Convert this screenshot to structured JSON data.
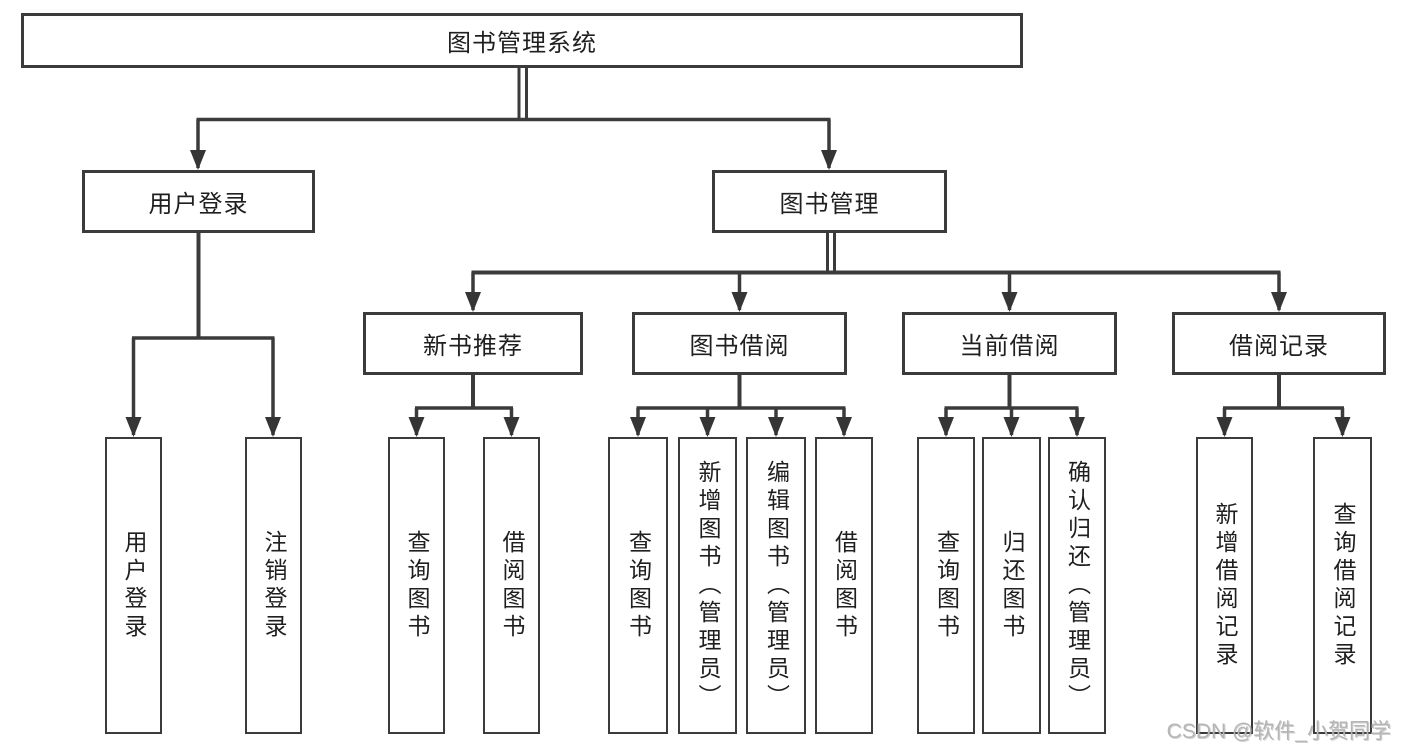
{
  "tree": {
    "root": "图书管理系统",
    "branches": [
      {
        "label": "用户登录",
        "leaves": [
          "用户登录",
          "注销登录"
        ]
      },
      {
        "label": "图书管理",
        "sections": [
          {
            "label": "新书推荐",
            "leaves": [
              "查询图书",
              "借阅图书"
            ]
          },
          {
            "label": "图书借阅",
            "leaves": [
              "查询图书",
              "新增图书（管理员）",
              "编辑图书（管理员）",
              "借阅图书"
            ]
          },
          {
            "label": "当前借阅",
            "leaves": [
              "查询图书",
              "归还图书",
              "确认归还（管理员）"
            ]
          },
          {
            "label": "借阅记录",
            "leaves": [
              "新增借阅记录",
              "查询借阅记录"
            ]
          }
        ]
      }
    ]
  },
  "watermark": "CSDN @软件_小贺同学",
  "colors": {
    "line": "#3b3b3b",
    "text": "#1f1f1f",
    "watermark": "#b5b5b5",
    "background": "#ffffff"
  }
}
